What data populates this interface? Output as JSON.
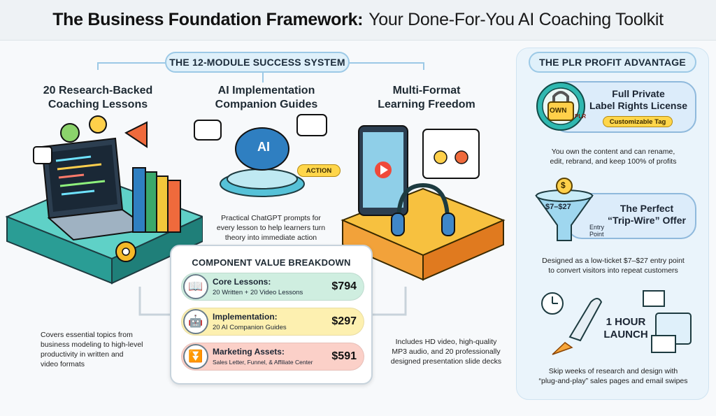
{
  "header": {
    "title_bold": "The Business Foundation Framework:",
    "title_rest": "Your Done-For-You AI Coaching Toolkit"
  },
  "system": {
    "label": "THE 12-MODULE SUCCESS SYSTEM",
    "columns": [
      {
        "title_line1": "20 Research-Backed",
        "title_line2": "Coaching Lessons",
        "caption": [
          "Covers essential topics from",
          "business modeling to high-level",
          "productivity in written and",
          "video formats"
        ]
      },
      {
        "title_line1": "AI Implementation",
        "title_line2": "Companion Guides",
        "badge": "AI",
        "action_label": "ACTION",
        "caption": [
          "Practical ChatGPT prompts for",
          "every lesson to help learners turn",
          "theory into immediate action"
        ]
      },
      {
        "title_line1": "Multi-Format",
        "title_line2": "Learning Freedom",
        "caption": [
          "Includes HD video, high-quality",
          "MP3 audio, and 20 professionally",
          "designed presentation slide decks"
        ]
      }
    ]
  },
  "breakdown": {
    "title": "COMPONENT VALUE BREAKDOWN",
    "rows": [
      {
        "label": "Core Lessons:",
        "sub": "20 Written + 20 Video Lessons",
        "value": "$794",
        "icon": "book-icon",
        "color": "#cfeee0"
      },
      {
        "label": "Implementation:",
        "sub": "20 AI Companion Guides",
        "value": "$297",
        "icon": "robot-icon",
        "color": "#fdf0b0"
      },
      {
        "label": "Marketing Assets:",
        "sub": "Sales Letter, Funnel, & Affiliate Center",
        "value": "$591",
        "icon": "funnel-icon",
        "color": "#fbd0c8"
      }
    ]
  },
  "plr": {
    "label": "THE PLR PROFIT ADVANTAGE",
    "license": {
      "title_line1": "Full Private",
      "title_line2": "Label",
      "title_line3": "Rights License",
      "tag": "Customizable Tag",
      "own": "OWN",
      "plr": "PLR",
      "caption": [
        "You own the content and can rename,",
        "edit, rebrand, and keep 100% of profits"
      ]
    },
    "offer": {
      "price_range": "$7–$27",
      "dollar": "$",
      "title_line1": "The Perfect",
      "title_line2": "“Trip-Wire” Offer",
      "entry_line1": "Entry",
      "entry_line2": "Point",
      "caption": [
        "Designed as a low-ticket $7–$27 entry point",
        "to convert visitors into repeat customers"
      ]
    },
    "launch": {
      "title_line1": "1 HOUR",
      "title_line2": "LAUNCH",
      "caption": [
        "Skip weeks of research and design with",
        "“plug-and-play” sales pages and email swipes"
      ]
    }
  },
  "colors": {
    "teal": "#2fb8b0",
    "orange": "#f2a23a",
    "blue_accent": "#9cc9e6"
  }
}
